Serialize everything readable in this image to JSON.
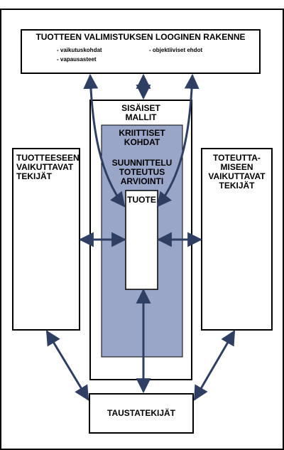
{
  "title": "KÄSITYÖPROSESSI",
  "top_box": {
    "heading": "TUOTTEEN VALIMISTUKSEN LOOGINEN RAKENNE",
    "bullets": [
      "- vaikutuskohdat",
      "- vapausasteet",
      "- objektiiviset ehdot"
    ]
  },
  "inner_models": [
    "SISÄISET",
    "MALLIT"
  ],
  "critical_points": [
    "KRIITTISET",
    "KOHDAT"
  ],
  "phases": [
    "SUUNNITTELU",
    "TOTEUTUS",
    "ARVIOINTI"
  ],
  "product": "TUOTE",
  "left_box": [
    "TUOTTEESEEN",
    "VAIKUTTAVAT",
    "TEKIJÄT"
  ],
  "right_box": [
    "TOTEUTTA-",
    "MISEEN",
    "VAIKUTTAVAT",
    "TEKIJÄT"
  ],
  "bottom_box": "TAUSTATEKIJÄT",
  "colors": {
    "frame": "#000000",
    "blue_fill": "#99a6c8",
    "arrow": "#2f3f63",
    "title_band": "#ffffff"
  }
}
